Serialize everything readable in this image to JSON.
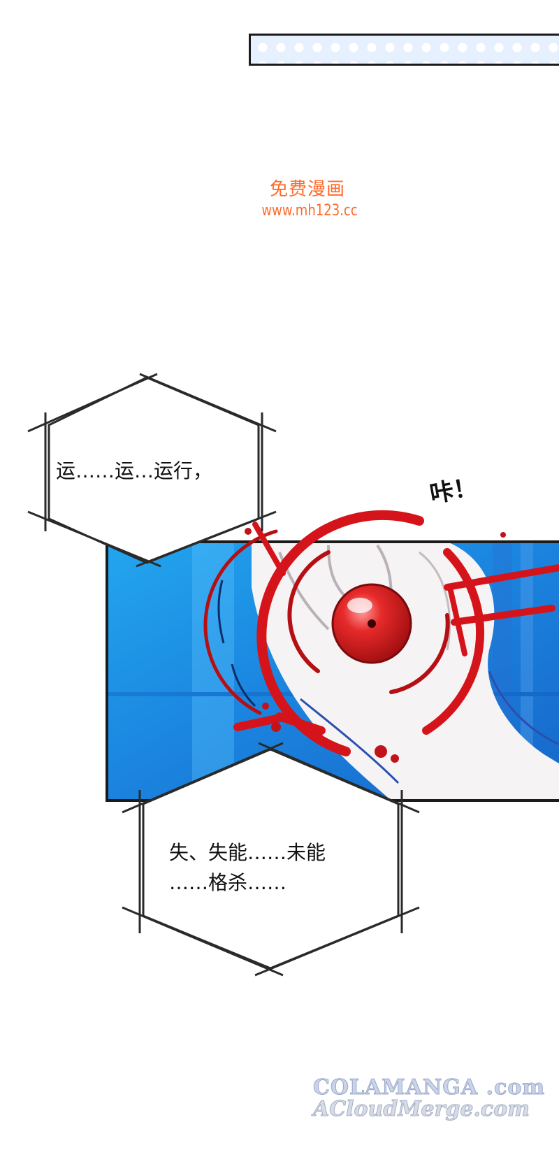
{
  "watermark_top": {
    "site_name": "免费漫画",
    "url": "www.mh123.cc"
  },
  "captions": [
    {
      "text": "运……运…运行，"
    },
    {
      "line1": "失、失能……未能",
      "line2": "……格杀……"
    }
  ],
  "sound_effect": "咔！",
  "footer_watermark": {
    "line1": "COLAMANGA .com",
    "line2": "ACloudMerge.com"
  },
  "colors": {
    "target_red": "#d4141a",
    "panel_blue": "#1f7ad9",
    "watermark_orange": "#ff6a2a",
    "outline": "#1b1b1b"
  }
}
